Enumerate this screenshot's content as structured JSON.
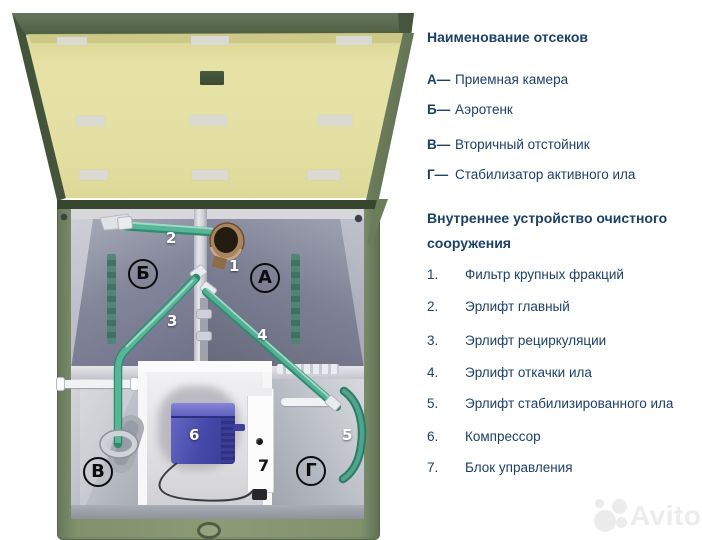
{
  "legend": {
    "compartments_title": "Наименование отсеков",
    "compartments": [
      {
        "key": "А—",
        "name": "Приемная камера"
      },
      {
        "key": "Б—",
        "name": "Аэротенк"
      },
      {
        "key": "В—",
        "name": "Вторичный отстойник"
      },
      {
        "key": "Г—",
        "name": "Стабилизатор активного ила"
      }
    ],
    "internals_title": "Внутреннее устройство очистного сооружения",
    "internals": [
      {
        "num": "1.",
        "name": "Фильтр крупных фракций"
      },
      {
        "num": "2.",
        "name": "Эрлифт главный"
      },
      {
        "num": "3.",
        "name": "Эрлифт рециркуляции"
      },
      {
        "num": "4.",
        "name": "Эрлифт откачки ила"
      },
      {
        "num": "5.",
        "name": "Эрлифт стабилизированного ила"
      },
      {
        "num": "6.",
        "name": "Компрессор"
      },
      {
        "num": "7.",
        "name": "Блок управления"
      }
    ]
  },
  "diagram": {
    "compartment_labels": [
      "Б",
      "А",
      "В",
      "Г"
    ],
    "part_labels": [
      "1",
      "2",
      "3",
      "4",
      "5",
      "6",
      "7"
    ]
  },
  "watermark": {
    "text": "Avito"
  },
  "colors": {
    "text-navy": "#1d4068",
    "pipe-teal": "#52b194",
    "lid-yellow": "#e4e0a2",
    "casing-green": "#83946f",
    "compressor-blue": "#4648a8",
    "watermark-gray": "#ececec"
  }
}
